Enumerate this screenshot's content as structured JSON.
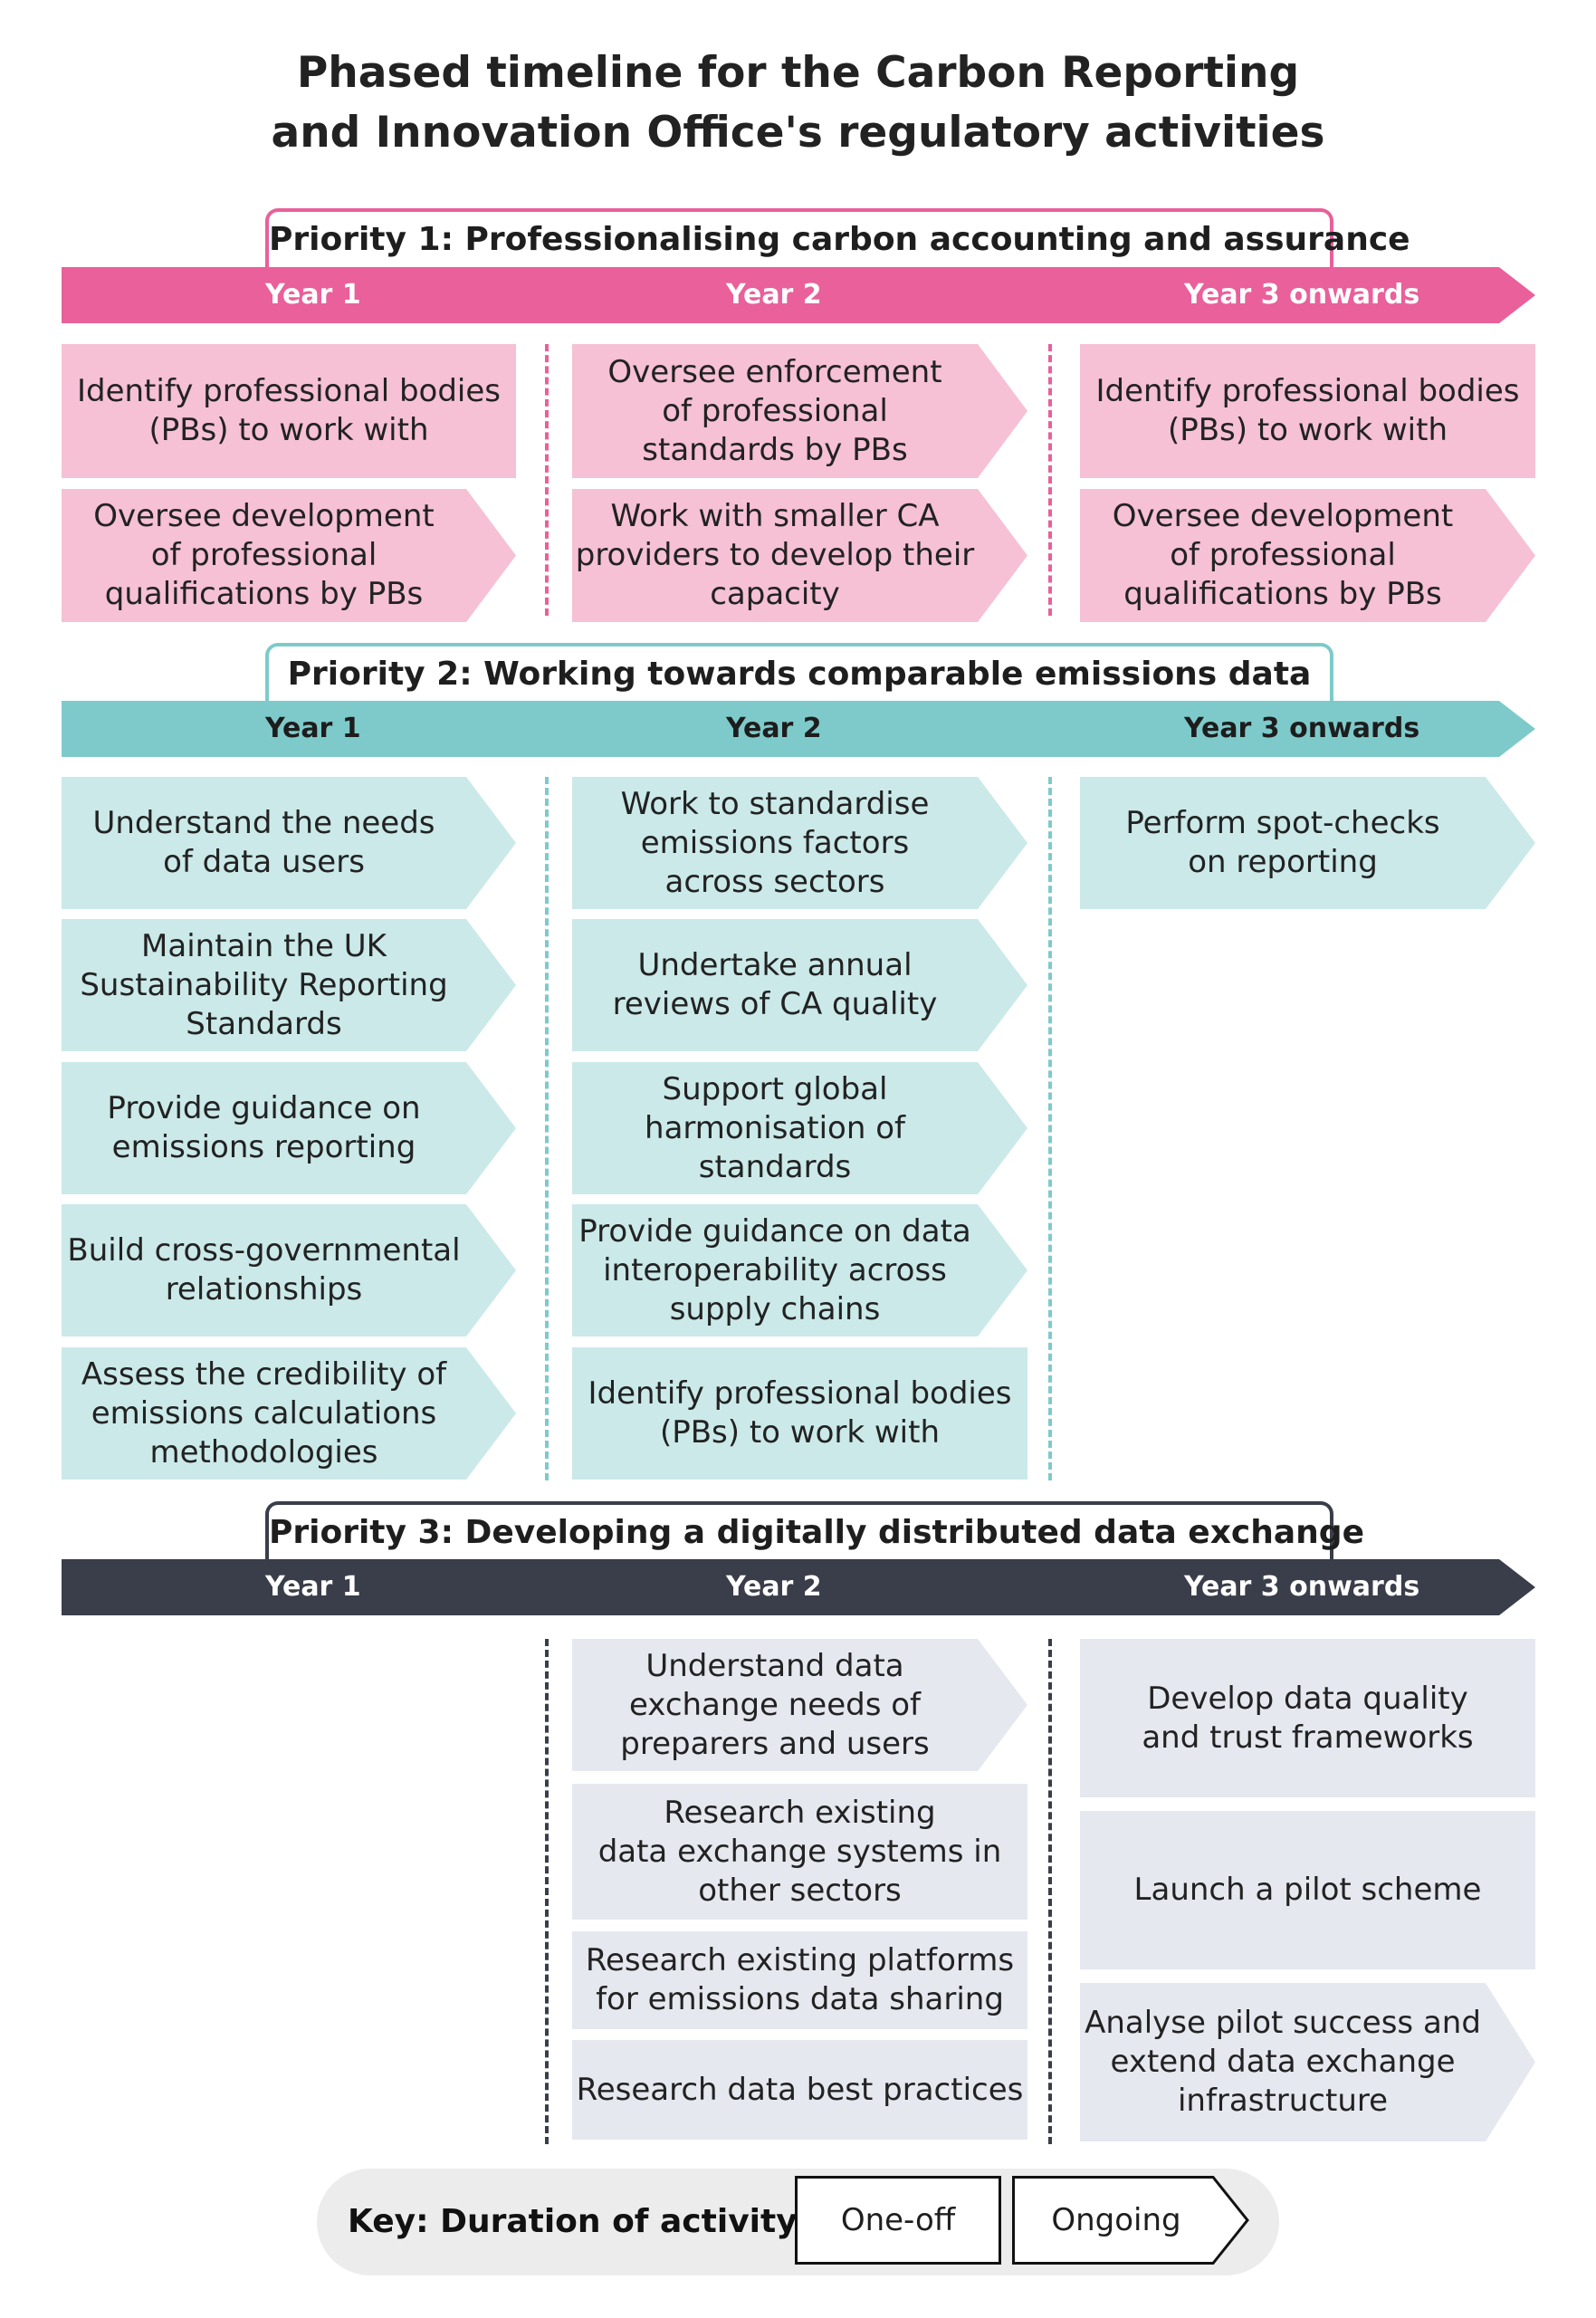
{
  "title": {
    "line1": "Phased timeline for the Carbon Reporting",
    "line2": "and Innovation Office's regulatory activities"
  },
  "priorities": [
    {
      "title": "Priority 1: Professionalising carbon accounting and assurance",
      "color": "#e9609a",
      "box_color": "#f6c0d5",
      "years": [
        "Year 1",
        "Year 2",
        "Year 3 onwards"
      ],
      "columns": [
        [
          {
            "lines": [
              "Identify professional bodies",
              "(PBs) to work with"
            ],
            "type": "one-off"
          },
          {
            "lines": [
              "Oversee development",
              "of professional",
              "qualifications by PBs"
            ],
            "type": "ongoing"
          }
        ],
        [
          {
            "lines": [
              "Oversee enforcement",
              "of professional",
              "standards by PBs"
            ],
            "type": "ongoing"
          },
          {
            "lines": [
              "Work with smaller CA",
              "providers to develop their",
              "capacity"
            ],
            "type": "ongoing"
          }
        ],
        [
          {
            "lines": [
              "Identify professional bodies",
              "(PBs) to work with"
            ],
            "type": "one-off"
          },
          {
            "lines": [
              "Oversee development",
              "of professional",
              "qualifications by PBs"
            ],
            "type": "ongoing"
          }
        ]
      ]
    },
    {
      "title": "Priority 2: Working towards comparable emissions data",
      "color": "#7ecaca",
      "box_color": "#cbe9e9",
      "years": [
        "Year 1",
        "Year 2",
        "Year 3 onwards"
      ],
      "columns": [
        [
          {
            "lines": [
              "Understand the needs",
              "of data users"
            ],
            "type": "ongoing"
          },
          {
            "lines": [
              "Maintain the UK",
              "Sustainability Reporting",
              "Standards"
            ],
            "type": "ongoing"
          },
          {
            "lines": [
              "Provide guidance on",
              "emissions reporting"
            ],
            "type": "ongoing"
          },
          {
            "lines": [
              "Build cross-governmental",
              "relationships"
            ],
            "type": "ongoing"
          },
          {
            "lines": [
              "Assess the credibility of",
              "emissions calculations",
              "methodologies"
            ],
            "type": "ongoing"
          }
        ],
        [
          {
            "lines": [
              "Work to standardise",
              "emissions factors",
              "across sectors"
            ],
            "type": "ongoing"
          },
          {
            "lines": [
              "Undertake annual",
              "reviews of CA quality"
            ],
            "type": "ongoing"
          },
          {
            "lines": [
              "Support global",
              "harmonisation of standards"
            ],
            "type": "ongoing"
          },
          {
            "lines": [
              "Provide guidance on data",
              "interoperability across",
              "supply chains"
            ],
            "type": "ongoing"
          },
          {
            "lines": [
              "Identify professional bodies",
              "(PBs) to work with"
            ],
            "type": "one-off"
          }
        ],
        [
          {
            "lines": [
              "Perform spot-checks",
              "on reporting"
            ],
            "type": "ongoing"
          }
        ]
      ]
    },
    {
      "title": "Priority 3: Developing a digitally distributed data exchange",
      "color": "#3a3d4a",
      "box_color": "#e6e8f0",
      "years": [
        "Year 1",
        "Year 2",
        "Year 3 onwards"
      ],
      "columns": [
        [],
        [
          {
            "lines": [
              "Understand data",
              "exchange needs of",
              "preparers and users"
            ],
            "type": "ongoing"
          },
          {
            "lines": [
              "Research existing",
              "data exchange systems in",
              "other sectors"
            ],
            "type": "one-off"
          },
          {
            "lines": [
              "Research existing platforms",
              "for emissions data sharing"
            ],
            "type": "one-off"
          },
          {
            "lines": [
              "Research data best practices"
            ],
            "type": "one-off"
          }
        ],
        [
          {
            "lines": [
              "Develop data quality",
              "and trust frameworks"
            ],
            "type": "one-off"
          },
          {
            "lines": [
              "Launch a pilot scheme"
            ],
            "type": "one-off"
          },
          {
            "lines": [
              "Analyse pilot success and",
              "extend data exchange",
              "infrastructure"
            ],
            "type": "ongoing"
          }
        ]
      ]
    }
  ],
  "key": {
    "label": "Key: Duration of activity",
    "one_off": "One-off",
    "ongoing": "Ongoing"
  }
}
